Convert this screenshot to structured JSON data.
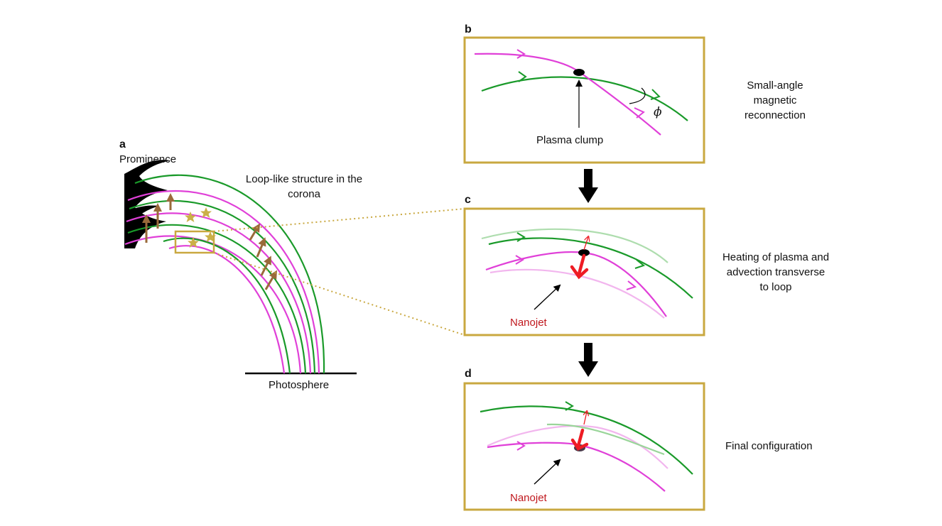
{
  "panels": {
    "a": {
      "letter": "a",
      "prominence": "Prominence",
      "loop_label": [
        "Loop-like structure in the",
        "corona"
      ],
      "photosphere": "Photosphere"
    },
    "b": {
      "letter": "b",
      "clump_label": "Plasma clump",
      "angle_symbol": "ϕ",
      "side_label": [
        "Small-angle",
        "magnetic",
        "reconnection"
      ]
    },
    "c": {
      "letter": "c",
      "nanojet_label": "Nanojet",
      "side_label": [
        "Heating of plasma and",
        "advection transverse",
        "to loop"
      ]
    },
    "d": {
      "letter": "d",
      "nanojet_label": "Nanojet",
      "side_label": "Final configuration"
    }
  },
  "colors": {
    "field_green": "#1a9a2a",
    "field_magenta": "#e040d8",
    "panel_border": "#c9a840",
    "nanojet_red": "#ee1c24",
    "arrow_brown": "#9a6a3a",
    "star_gold": "#cbb048"
  }
}
